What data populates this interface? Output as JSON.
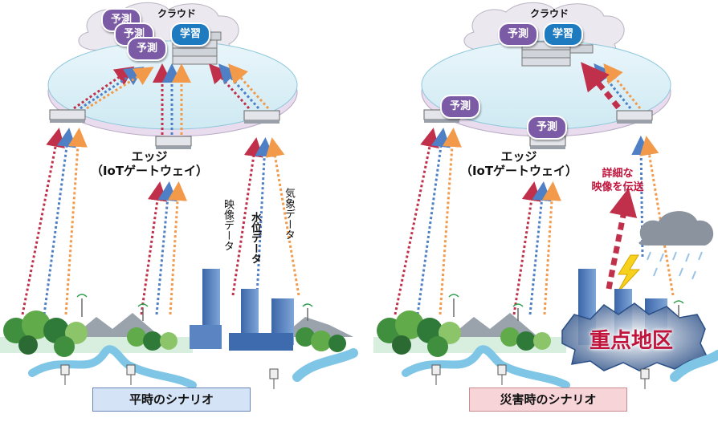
{
  "left_panel": {
    "cloud_label": "クラウド",
    "edge_label_line1": "エッジ",
    "edge_label_line2": "（IoTゲートウェイ）",
    "bubbles": [
      "予測",
      "予測",
      "予測",
      "学習"
    ],
    "video_label": "映像データ",
    "water_label": "水位データ",
    "weather_label": "気象データ",
    "caption": "平時のシナリオ"
  },
  "right_panel": {
    "cloud_label": "クラウド",
    "edge_label_line1": "エッジ",
    "edge_label_line2": "（IoTゲートウェイ）",
    "bubbles": [
      "予測",
      "学習",
      "予測",
      "予測"
    ],
    "detail_line1": "詳細な",
    "detail_line2": "映像を伝送",
    "zone_label": "重点地区",
    "caption": "災害時のシナリオ"
  },
  "colors": {
    "red": "#c0304a",
    "blue": "#4f7fc4",
    "orange": "#f39a4a",
    "predict": "#7b5aa6",
    "learn": "#1f7bc0"
  }
}
